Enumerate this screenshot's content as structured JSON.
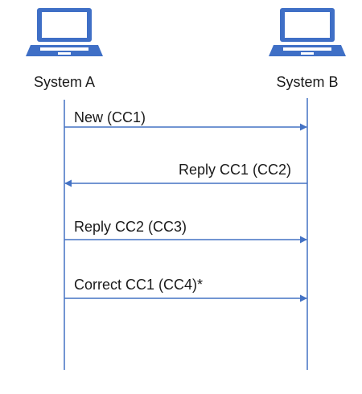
{
  "systems": [
    {
      "label": "System A",
      "icon": "laptop-icon"
    },
    {
      "label": "System B",
      "icon": "laptop-icon"
    }
  ],
  "messages": [
    {
      "label": "New (CC1)",
      "from": "System A",
      "to": "System B"
    },
    {
      "label": "Reply CC1 (CC2)",
      "from": "System B",
      "to": "System A"
    },
    {
      "label": "Reply CC2 (CC3)",
      "from": "System A",
      "to": "System B"
    },
    {
      "label": "Correct CC1 (CC4)*",
      "from": "System A",
      "to": "System B"
    }
  ],
  "colors": {
    "icon": "#3f6fc6",
    "lifeline": "#4472c4",
    "arrow": "#4472c4",
    "text": "#1a1a1a"
  }
}
